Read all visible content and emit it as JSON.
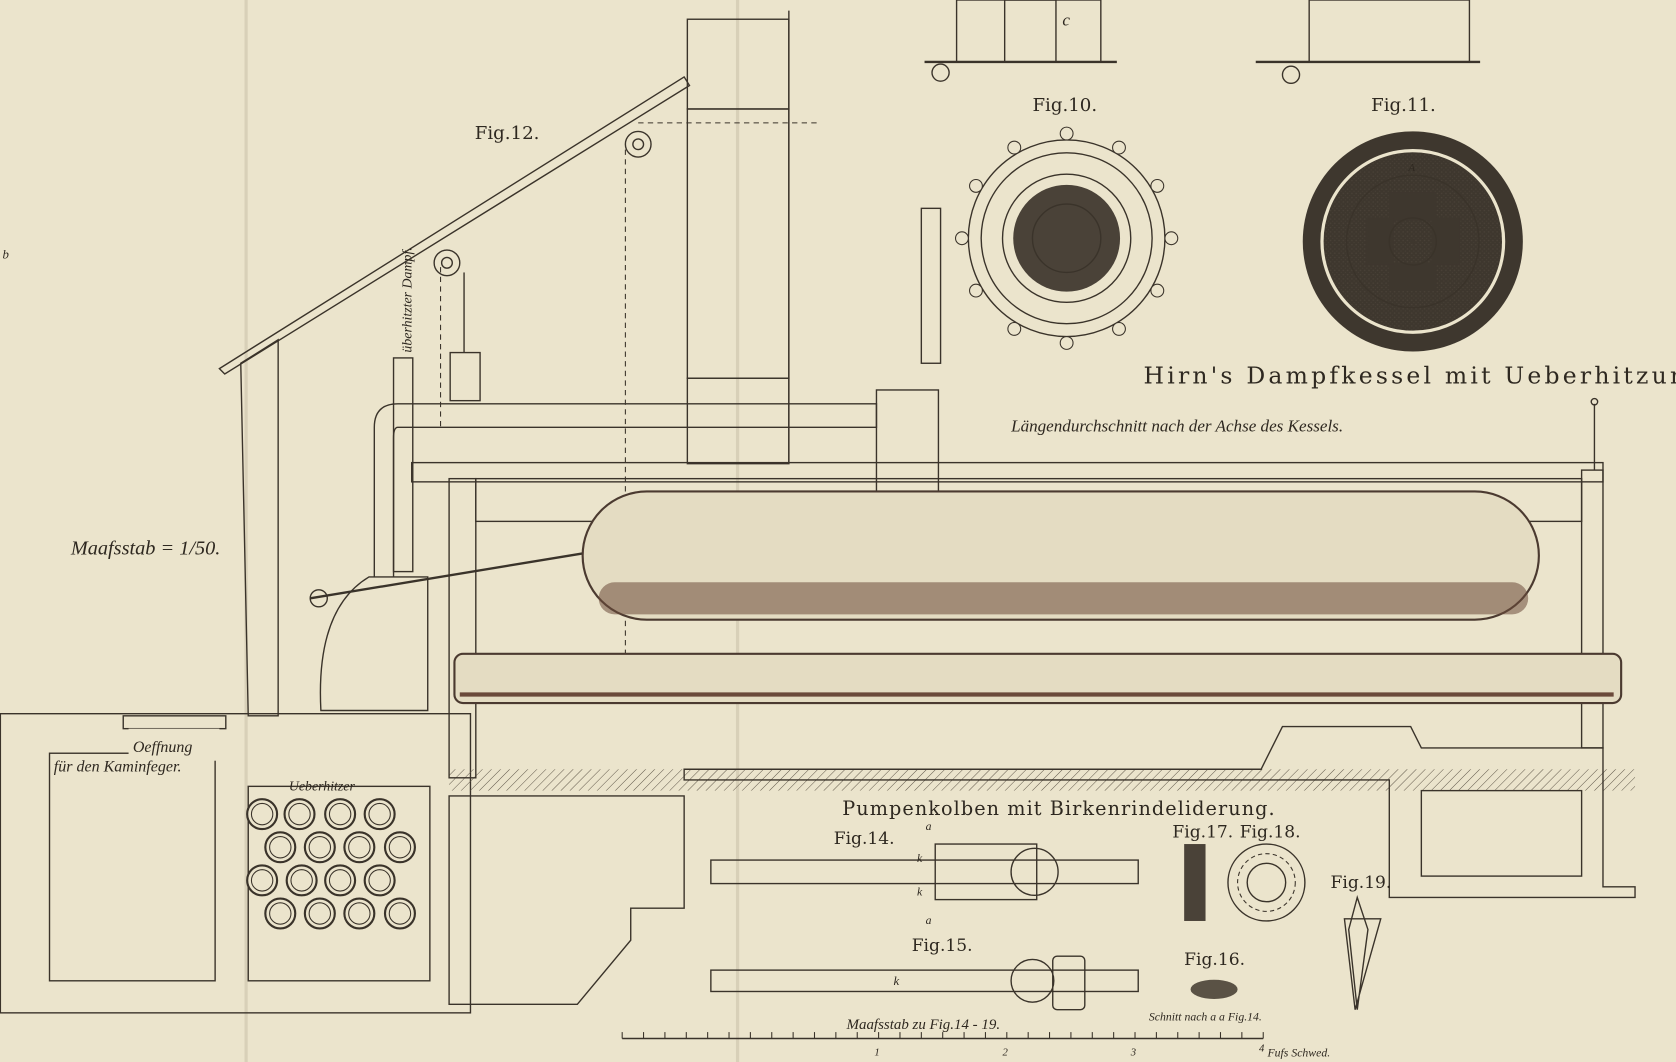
{
  "title": "Hirn's Dampfkessel mit Ueberhitzungs.",
  "subtitle": "Längendurchschnitt nach der Achse des Kessels.",
  "figures": {
    "fig10": "Fig.10.",
    "fig11": "Fig.11.",
    "fig12": "Fig.12.",
    "fig14": "Fig.14.",
    "fig15": "Fig.15.",
    "fig16": "Fig.16.",
    "fig17": "Fig.17.",
    "fig18": "Fig.18.",
    "fig19": "Fig.19."
  },
  "labels": {
    "scale_main": "Maafsstab = 1/50.",
    "steam": "überhitzter Dampf.",
    "opening_1": "Oeffnung",
    "opening_2": "für den Kaminfeger.",
    "superheater": "Ueberhitzer",
    "piston_title": "Pumpenkolben mit Birkenrindeliderung.",
    "section_note": "Schnitt nach a a Fig.14.",
    "scale_small": "Maafsstab zu Fig.14 - 19.",
    "unit": "Fufs Schwed.",
    "letter_c": "c",
    "letter_a_top": "a",
    "letter_a_bottom": "a",
    "letter_k1": "k",
    "letter_k2": "k",
    "letter_k3": "k",
    "letter_b": "b",
    "letter_A": "A"
  },
  "scale_ticks": [
    "1",
    "2",
    "3",
    "4"
  ],
  "colors": {
    "paper": "#ebe4cc",
    "ink": "#3a332a",
    "boiler_shade": "#6b4a3a"
  }
}
